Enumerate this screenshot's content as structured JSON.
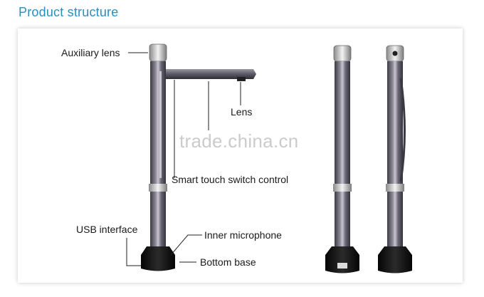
{
  "header": {
    "title": "Product structure"
  },
  "callouts": {
    "auxiliary_lens": "Auxiliary lens",
    "lens": "Lens",
    "smart_touch": "Smart touch switch control",
    "usb": "USB interface",
    "microphone": "Inner microphone",
    "bottom_base": "Bottom base"
  },
  "watermark": "trade.china.cn",
  "colors": {
    "title": "#2a8fc0",
    "pole": "#5d5a66",
    "pole_highlight": "#c9c6d2",
    "base": "#111111",
    "leader_line": "#222222"
  },
  "products": [
    {
      "view": "front-angle-with-arm"
    },
    {
      "view": "front"
    },
    {
      "view": "side"
    }
  ]
}
